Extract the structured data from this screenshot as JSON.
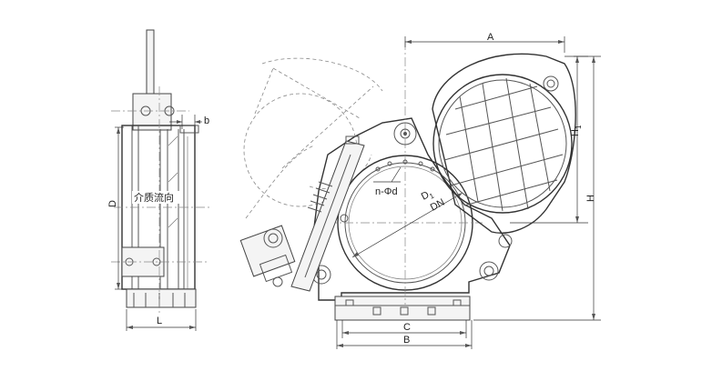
{
  "dimensions": {
    "A": "A",
    "H1_main": "H",
    "H1_sub": "1",
    "H": "H",
    "D1_main": "D",
    "D1_sub": "1",
    "DN": "DN",
    "n_phi_d": "n-Φd",
    "C": "C",
    "B": "B",
    "b": "b",
    "D": "D",
    "L": "L"
  },
  "flow_label": "介质流向"
}
